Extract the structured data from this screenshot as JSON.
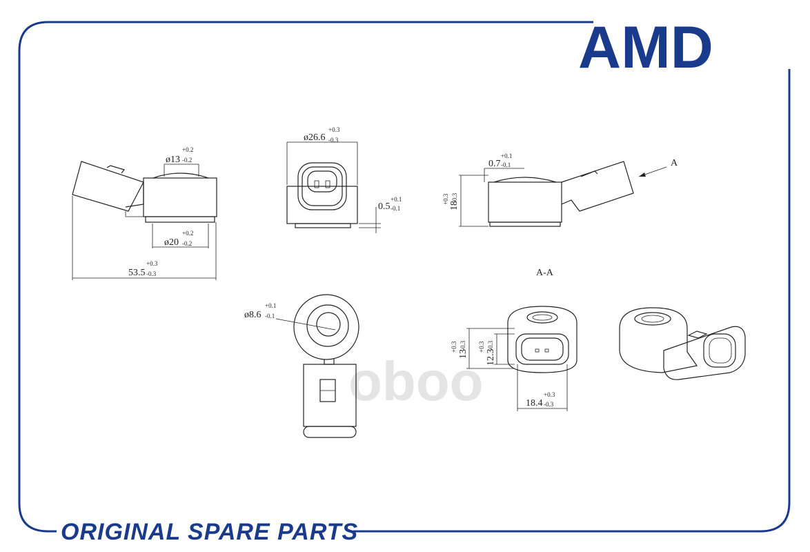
{
  "brand": {
    "logo_text": "AMD",
    "color": "#1a3b8c"
  },
  "footer": {
    "tagline": "ORIGINAL SPARE PARTS"
  },
  "watermark": {
    "text": "oboo"
  },
  "views": {
    "side_left": {
      "d_top": {
        "main": "ø13",
        "tol_up": "+0.2",
        "tol_dn": "-0.2"
      },
      "d_bottom": {
        "main": "ø20",
        "tol_up": "+0.2",
        "tol_dn": "-0.2"
      },
      "length": {
        "main": "53.5",
        "tol_up": "+0.3",
        "tol_dn": "-0.3"
      }
    },
    "front": {
      "width": {
        "main": "ø26.6",
        "tol_up": "+0.3",
        "tol_dn": "-0.3"
      },
      "gap": {
        "main": "0.5",
        "tol_up": "+0.1",
        "tol_dn": "-0.1"
      }
    },
    "side_right": {
      "lip": {
        "main": "0.7",
        "tol_up": "+0.1",
        "tol_dn": "-0.1"
      },
      "height": {
        "main": "18",
        "tol_up": "+0.3",
        "tol_dn": "-0.3"
      },
      "arrow_label": "A"
    },
    "section_label": "A-A",
    "top": {
      "bore": {
        "main": "ø8.6",
        "tol_up": "+0.1",
        "tol_dn": "-0.1"
      }
    },
    "connector": {
      "h_outer": {
        "main": "13",
        "tol_up": "+0.3",
        "tol_dn": "-0.3"
      },
      "h_inner": {
        "main": "12.3",
        "tol_up": "+0.3",
        "tol_dn": "-0.3"
      },
      "width": {
        "main": "18.4",
        "tol_up": "+0.3",
        "tol_dn": "-0.3"
      }
    }
  }
}
